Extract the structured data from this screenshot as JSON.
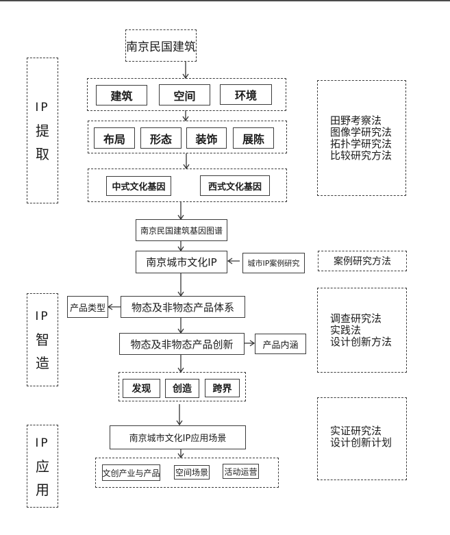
{
  "title": "南京民国建筑",
  "side_labels": {
    "extract": {
      "line1": "IP",
      "line2": "提",
      "line3": "取"
    },
    "create": {
      "line1": "IP",
      "line2": "智",
      "line3": "造"
    },
    "apply": {
      "line1": "IP",
      "line2": "应",
      "line3": "用"
    }
  },
  "extract": {
    "level1": [
      "建筑",
      "空间",
      "环境"
    ],
    "level2": [
      "布局",
      "形态",
      "装饰",
      "展陈"
    ],
    "level3": [
      "中式文化基因",
      "西式文化基因"
    ]
  },
  "gene_map": "南京民国建筑基因图谱",
  "city_ip": "南京城市文化IP",
  "city_case": "城市IP案例研究",
  "create": {
    "system": "物态及非物态产品体系",
    "product_type": "产品类型",
    "innovation": "物态及非物态产品创新",
    "connotation": "产品内涵",
    "stages": [
      "发现",
      "创造",
      "跨界"
    ]
  },
  "apply": {
    "scene": "南京城市文化IP应用场景",
    "items": [
      "文创产业与产品",
      "空间场景",
      "活动运营"
    ]
  },
  "methods": {
    "extract": [
      "田野考察法",
      "图像学研究法",
      "拓扑学研究法",
      "比较研究方法"
    ],
    "case": "案例研究方法",
    "create": [
      "调查研究法",
      "实践法",
      "设计创新方法"
    ],
    "apply": [
      "实证研究法",
      "设计创新计划"
    ]
  }
}
